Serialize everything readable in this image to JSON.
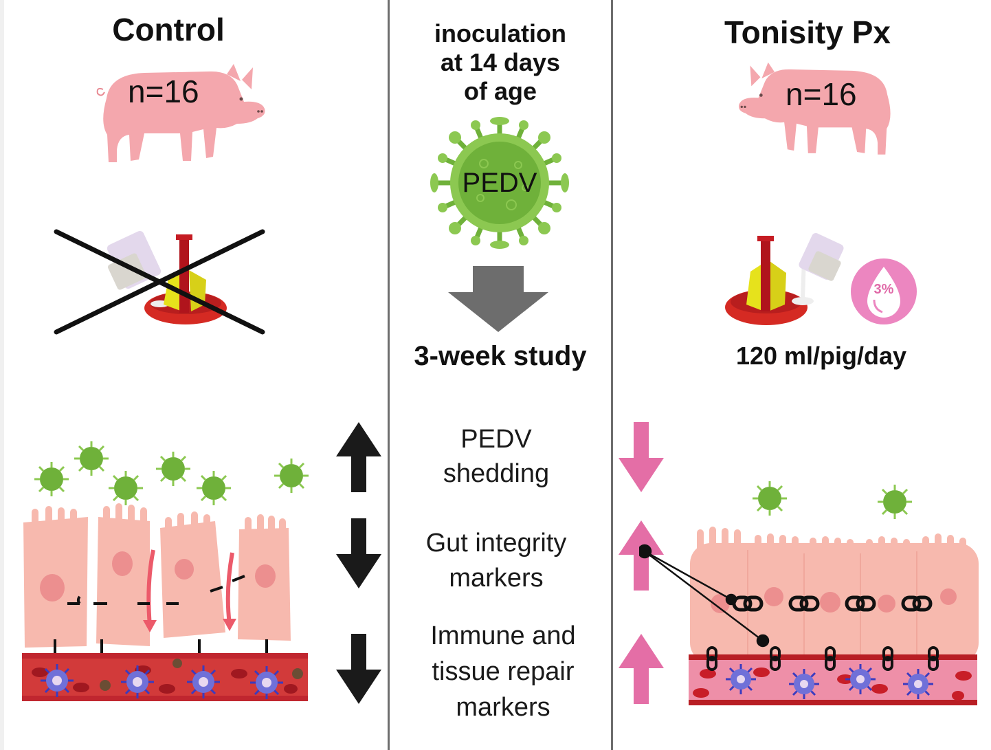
{
  "control": {
    "title": "Control",
    "n_label": "n=16",
    "supplement": "not-provided",
    "outcome_directions": [
      "up",
      "down",
      "down"
    ]
  },
  "center": {
    "inoculation_lines": [
      "inoculation",
      "at 14 days",
      "of age"
    ],
    "virus_label": "PEDV",
    "study_label": "3-week study",
    "outcomes": [
      {
        "lines": [
          "PEDV",
          "shedding"
        ]
      },
      {
        "lines": [
          "Gut integrity",
          "markers"
        ]
      },
      {
        "lines": [
          "Immune and",
          "tissue repair",
          "markers"
        ]
      }
    ]
  },
  "treatment": {
    "title": "Tonisity Px",
    "n_label": "n=16",
    "concentration_label": "3%",
    "dose_label": "120 ml/pig/day",
    "outcome_directions": [
      "down",
      "up",
      "up"
    ]
  },
  "colors": {
    "pig": "#f4a7ad",
    "virus": "#7cbf3f",
    "control_arrow": "#1a1a1a",
    "treatment_arrow": "#e46ea6",
    "center_arrow": "#6d6d6d",
    "divider": "#6e6e6e",
    "cell": "#f6b8ae",
    "vessel_control": "#c0262f",
    "vessel_treatment": "#ee8fa8"
  }
}
